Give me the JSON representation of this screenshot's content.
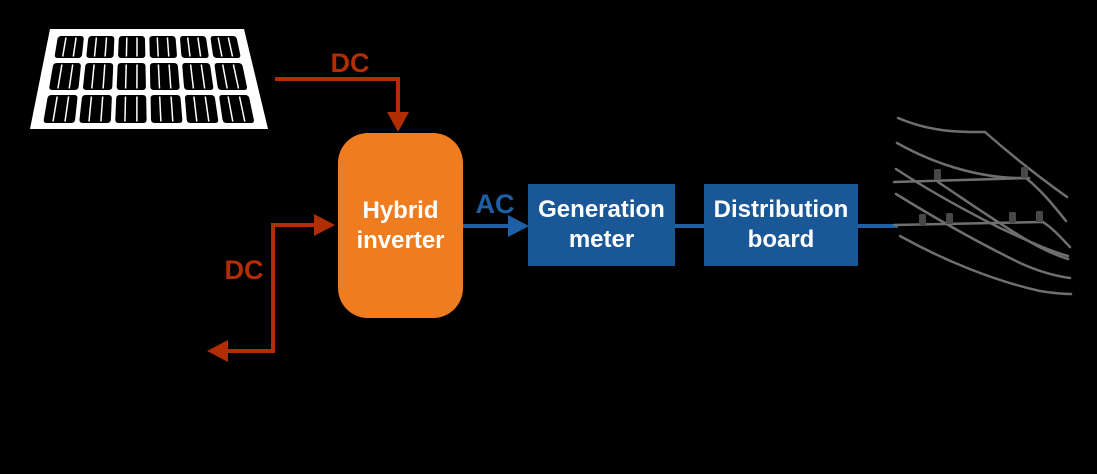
{
  "diagram": {
    "labels": {
      "dc_from_panel": "DC",
      "dc_to_battery": "DC",
      "ac_output": "AC"
    },
    "nodes": {
      "inverter": {
        "lines": [
          "Hybrid",
          "inverter"
        ]
      },
      "generation_meter": {
        "lines": [
          "Generation",
          "meter"
        ]
      },
      "distribution_board": {
        "lines": [
          "Distribution",
          "board"
        ]
      }
    },
    "icons": {
      "solar_panel": "solar-panel-icon",
      "power_lines": "power-lines-icon"
    },
    "colors": {
      "background": "#000000",
      "dc_red": "#B22D01",
      "ac_blue": "#1E5FA6",
      "box_blue": "#1A5796",
      "inverter_orange": "#EF7D1F",
      "wire_gray": "#6F6F6F",
      "insulator_gray": "#474747",
      "panel_white": "#FFFFFF"
    }
  }
}
